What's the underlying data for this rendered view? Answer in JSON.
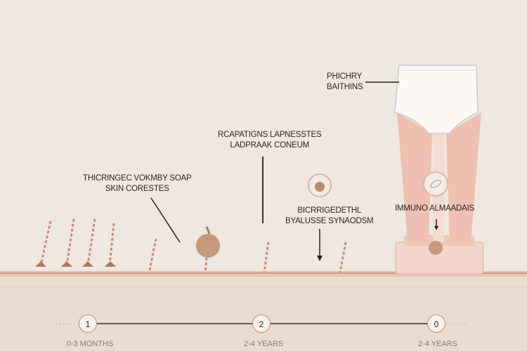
{
  "labels": {
    "diaper": [
      "PHICHRY",
      "BAITHINS"
    ],
    "soap": [
      "THICRINGEC VOKMBY SOAP",
      "SKIN CORESTES"
    ],
    "top_center": [
      "RCAPATIGNS LAPNESSTES",
      "LADPRAAK CONEUM"
    ],
    "mid_right": [
      "BICRRIGEDETHL",
      "BYALUSSE SYNAODSM"
    ],
    "immune": "IMMUNO ALMAADAIS"
  },
  "timeline": {
    "steps": [
      {
        "number": "1",
        "label": "0-3 MONTHS"
      },
      {
        "number": "2",
        "label": "2-4 YEARS"
      },
      {
        "number": "0",
        "label": "2-4 YEARS"
      }
    ]
  },
  "colors": {
    "background": "#eee8e1",
    "skin": "#efc9bb",
    "accent": "#c98a78",
    "line": "#6b5d50"
  }
}
